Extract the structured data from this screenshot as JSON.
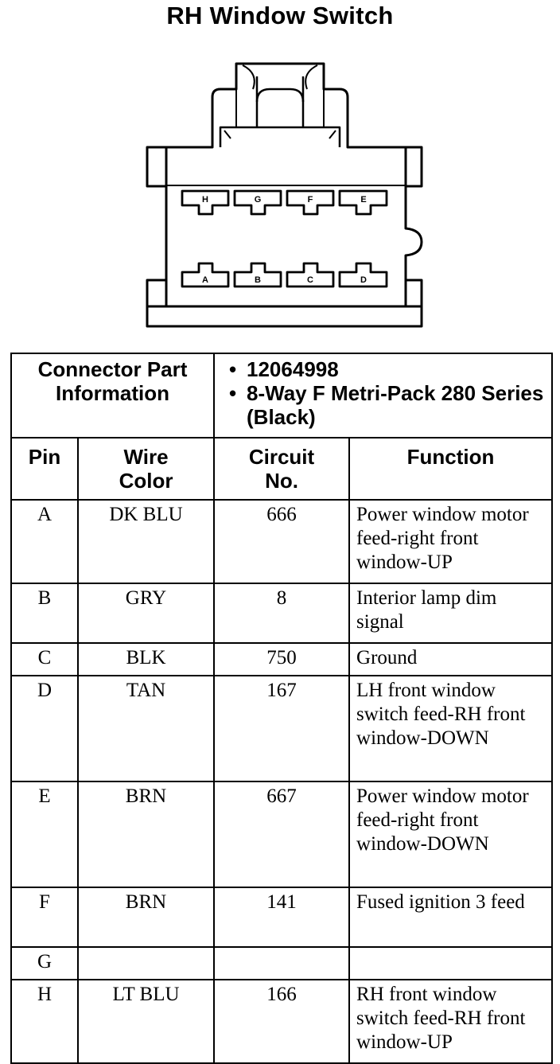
{
  "title": "RH Window Switch",
  "connector": {
    "pin_labels_top": [
      "H",
      "G",
      "F",
      "E"
    ],
    "pin_labels_bottom": [
      "A",
      "B",
      "C",
      "D"
    ]
  },
  "info": {
    "label": "Connector Part Information",
    "items": [
      "12064998",
      "8-Way F Metri-Pack 280 Series (Black)"
    ]
  },
  "columns": {
    "pin": "Pin",
    "wire_color": "Wire Color",
    "circuit": "Circuit No.",
    "function": "Function"
  },
  "rows": [
    {
      "pin": "A",
      "wire_color": "DK BLU",
      "circuit": "666",
      "function": "Power window motor feed-right front window-UP"
    },
    {
      "pin": "B",
      "wire_color": "GRY",
      "circuit": "8",
      "function": "Interior lamp dim signal"
    },
    {
      "pin": "C",
      "wire_color": "BLK",
      "circuit": "750",
      "function": "Ground"
    },
    {
      "pin": "D",
      "wire_color": "TAN",
      "circuit": "167",
      "function": "LH front window switch feed-RH front window-DOWN"
    },
    {
      "pin": "E",
      "wire_color": "BRN",
      "circuit": "667",
      "function": "Power window motor feed-right front window-DOWN"
    },
    {
      "pin": "F",
      "wire_color": "BRN",
      "circuit": "141",
      "function": "Fused ignition 3 feed"
    },
    {
      "pin": "G",
      "wire_color": "",
      "circuit": "",
      "function": ""
    },
    {
      "pin": "H",
      "wire_color": "LT BLU",
      "circuit": "166",
      "function": "RH front window switch feed-RH front window-UP"
    }
  ]
}
